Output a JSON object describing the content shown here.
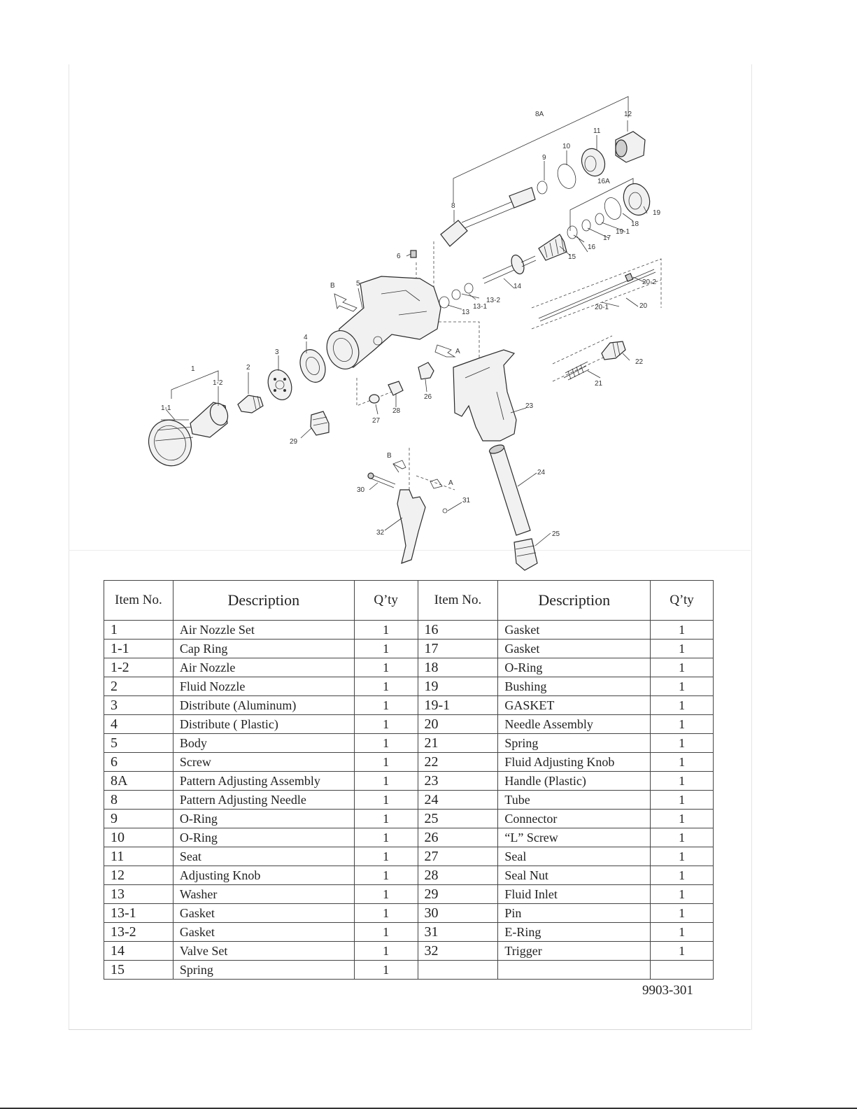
{
  "diagram": {
    "callouts": [
      "1",
      "1-1",
      "1-2",
      "2",
      "3",
      "4",
      "5",
      "6",
      "8",
      "8A",
      "9",
      "10",
      "11",
      "12",
      "13",
      "13-1",
      "13-2",
      "14",
      "15",
      "16",
      "16A",
      "17",
      "18",
      "19",
      "19-1",
      "20",
      "20-1",
      "20-2",
      "21",
      "22",
      "23",
      "24",
      "25",
      "26",
      "27",
      "28",
      "29",
      "30",
      "31",
      "32"
    ],
    "view_markers": [
      "A",
      "B",
      "A",
      "B"
    ]
  },
  "table": {
    "headers": {
      "item_no": "Item No.",
      "description": "Description",
      "qty": "Q’ty"
    },
    "rows": [
      {
        "left": {
          "no": "1",
          "desc": "Air Nozzle Set",
          "qty": "1"
        },
        "right": {
          "no": "16",
          "desc": "Gasket",
          "qty": "1"
        }
      },
      {
        "left": {
          "no": "1-1",
          "desc": "Cap Ring",
          "qty": "1"
        },
        "right": {
          "no": "17",
          "desc": "Gasket",
          "qty": "1"
        }
      },
      {
        "left": {
          "no": "1-2",
          "desc": "Air Nozzle",
          "qty": "1"
        },
        "right": {
          "no": "18",
          "desc": "O-Ring",
          "qty": "1"
        }
      },
      {
        "left": {
          "no": "2",
          "desc": "Fluid Nozzle",
          "qty": "1"
        },
        "right": {
          "no": "19",
          "desc": "Bushing",
          "qty": "1"
        }
      },
      {
        "left": {
          "no": "3",
          "desc": "Distribute (Aluminum)",
          "qty": "1"
        },
        "right": {
          "no": "19-1",
          "desc": "GASKET",
          "qty": "1"
        }
      },
      {
        "left": {
          "no": "4",
          "desc": "Distribute ( Plastic)",
          "qty": "1"
        },
        "right": {
          "no": "20",
          "desc": "Needle Assembly",
          "qty": "1"
        }
      },
      {
        "left": {
          "no": "5",
          "desc": "Body",
          "qty": "1"
        },
        "right": {
          "no": "21",
          "desc": "Spring",
          "qty": "1"
        }
      },
      {
        "left": {
          "no": "6",
          "desc": "Screw",
          "qty": "1"
        },
        "right": {
          "no": "22",
          "desc": "Fluid Adjusting Knob",
          "qty": "1"
        }
      },
      {
        "left": {
          "no": "8A",
          "desc": "Pattern Adjusting Assembly",
          "qty": "1"
        },
        "right": {
          "no": "23",
          "desc": "Handle (Plastic)",
          "qty": "1"
        }
      },
      {
        "left": {
          "no": "8",
          "desc": "Pattern Adjusting Needle",
          "qty": "1"
        },
        "right": {
          "no": "24",
          "desc": "Tube",
          "qty": "1"
        }
      },
      {
        "left": {
          "no": "9",
          "desc": "O-Ring",
          "qty": "1"
        },
        "right": {
          "no": "25",
          "desc": "Connector",
          "qty": "1"
        }
      },
      {
        "left": {
          "no": "10",
          "desc": "O-Ring",
          "qty": "1"
        },
        "right": {
          "no": "26",
          "desc": "“L” Screw",
          "qty": "1"
        }
      },
      {
        "left": {
          "no": "11",
          "desc": "Seat",
          "qty": "1"
        },
        "right": {
          "no": "27",
          "desc": "Seal",
          "qty": "1"
        }
      },
      {
        "left": {
          "no": "12",
          "desc": "Adjusting Knob",
          "qty": "1"
        },
        "right": {
          "no": "28",
          "desc": "Seal Nut",
          "qty": "1"
        }
      },
      {
        "left": {
          "no": "13",
          "desc": "Washer",
          "qty": "1"
        },
        "right": {
          "no": "29",
          "desc": "Fluid Inlet",
          "qty": "1"
        }
      },
      {
        "left": {
          "no": "13-1",
          "desc": "Gasket",
          "qty": "1"
        },
        "right": {
          "no": "30",
          "desc": "Pin",
          "qty": "1"
        }
      },
      {
        "left": {
          "no": "13-2",
          "desc": "Gasket",
          "qty": "1"
        },
        "right": {
          "no": "31",
          "desc": "E-Ring",
          "qty": "1"
        }
      },
      {
        "left": {
          "no": "14",
          "desc": "Valve Set",
          "qty": "1"
        },
        "right": {
          "no": "32",
          "desc": "Trigger",
          "qty": "1"
        }
      },
      {
        "left": {
          "no": "15",
          "desc": "Spring",
          "qty": "1"
        },
        "right": {
          "no": "",
          "desc": "",
          "qty": ""
        }
      }
    ]
  },
  "document_number": "9903-301"
}
